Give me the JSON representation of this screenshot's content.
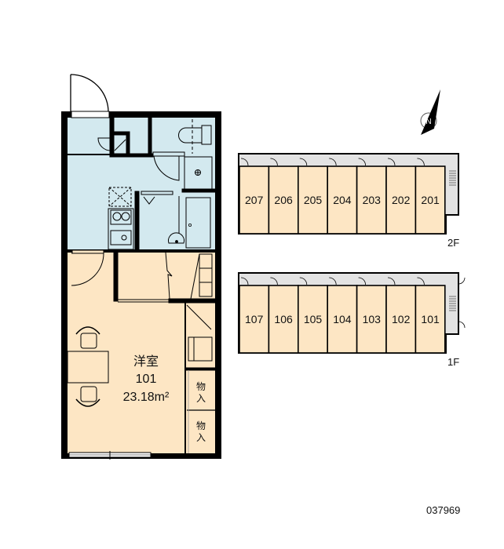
{
  "room": {
    "type_label": "洋室",
    "number": "101",
    "area": "23.18m²",
    "closet_1": "物入",
    "closet_2": "物入"
  },
  "building": {
    "floor_2": {
      "label": "2F",
      "units": [
        "207",
        "206",
        "205",
        "204",
        "203",
        "202",
        "201"
      ]
    },
    "floor_1": {
      "label": "1F",
      "units": [
        "107",
        "106",
        "105",
        "104",
        "103",
        "102",
        "101"
      ]
    }
  },
  "reference_code": "037969",
  "compass_label": "N",
  "colors": {
    "wet_area": "#d3e9ef",
    "room": "#fde6c4",
    "corridor": "#e3e3e3",
    "wall": "#000000"
  }
}
